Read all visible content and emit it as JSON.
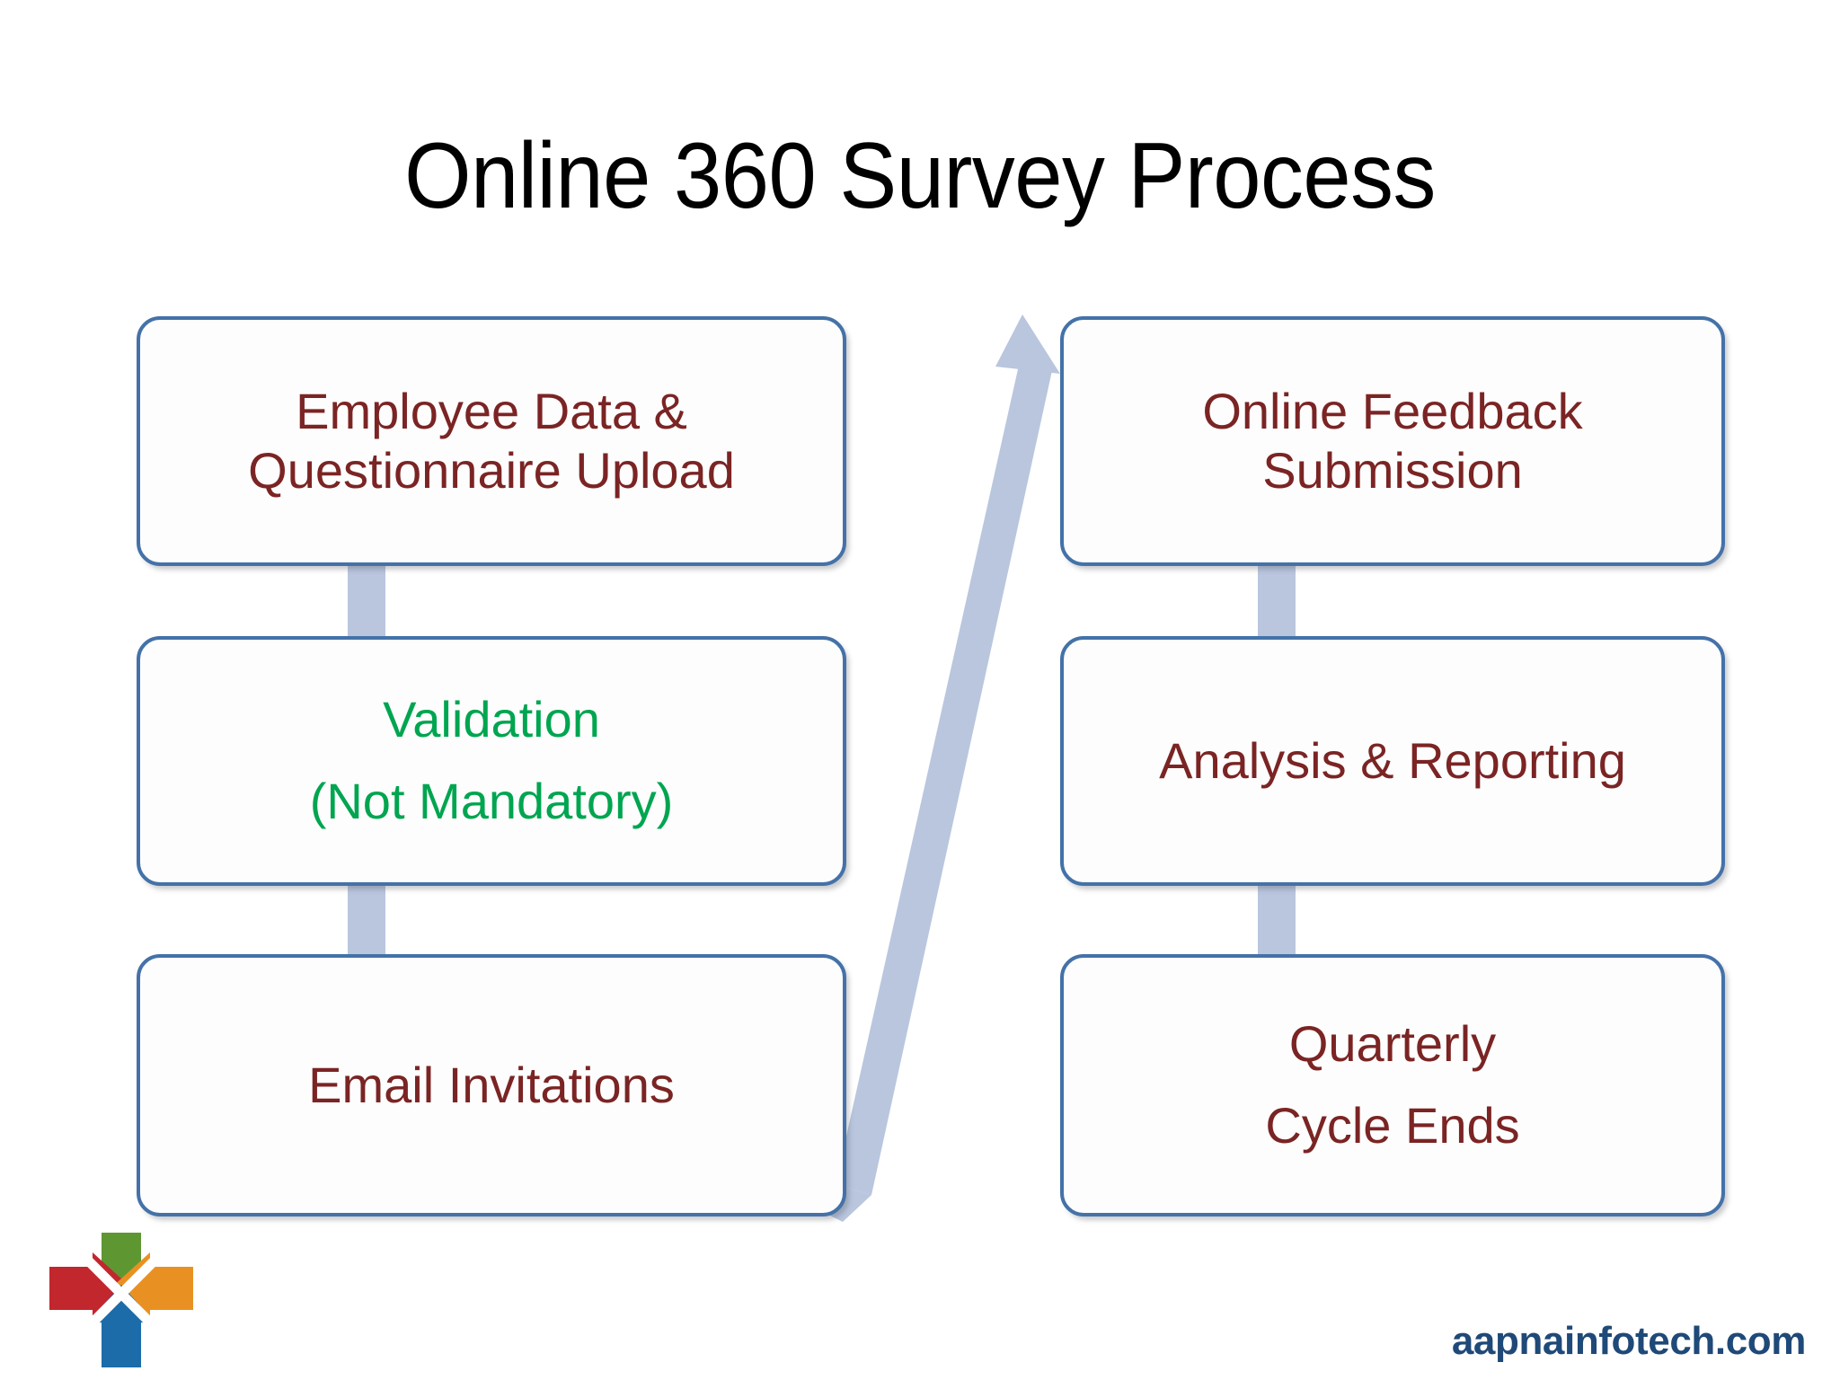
{
  "slide": {
    "title": "Online 360 Survey Process",
    "background_color": "#FFFFFF"
  },
  "theme": {
    "box_border_color": "#4472A8",
    "box_fill_color": "#FDFDFD",
    "primary_text_color": "#7B2424",
    "highlight_text_color": "#00A550",
    "connector_color": "#B9C6DE",
    "title_text_color": "#000000",
    "footer_text_color": "#1F4978"
  },
  "flow": {
    "left_column": [
      {
        "id": "employee-data-upload",
        "line1": "Employee Data &",
        "line2": "Questionnaire Upload",
        "text": "Employee Data &\nQuestionnaire Upload",
        "text_color": "#7B2424"
      },
      {
        "id": "validation",
        "line1": "Validation",
        "line2": "(Not Mandatory)",
        "text": "Validation\n(Not Mandatory)",
        "text_color": "#00A550"
      },
      {
        "id": "email-invitations",
        "line1": "Email Invitations",
        "line2": "",
        "text": "Email Invitations",
        "text_color": "#7B2424"
      }
    ],
    "right_column": [
      {
        "id": "online-feedback-submission",
        "line1": "Online Feedback",
        "line2": "Submission",
        "text": "Online Feedback\nSubmission",
        "text_color": "#7B2424"
      },
      {
        "id": "analysis-reporting",
        "line1": "Analysis & Reporting",
        "line2": "",
        "text": "Analysis & Reporting",
        "text_color": "#7B2424"
      },
      {
        "id": "quarterly-cycle-ends",
        "line1": "Quarterly",
        "line2": "Cycle Ends",
        "text": "Quarterly\nCycle Ends",
        "text_color": "#7B2424"
      }
    ],
    "connectors": [
      {
        "id": "left-1-to-2",
        "type": "vertical",
        "color": "#B9C6DE"
      },
      {
        "id": "left-2-to-3",
        "type": "vertical",
        "color": "#B9C6DE"
      },
      {
        "id": "right-1-to-2",
        "type": "vertical",
        "color": "#B9C6DE"
      },
      {
        "id": "right-2-to-3",
        "type": "vertical",
        "color": "#B9C6DE"
      },
      {
        "id": "email-invitations-to-online-feedback",
        "type": "diagonal-arrow",
        "color": "#B9C6DE",
        "direction": "up-right"
      }
    ]
  },
  "logo": {
    "name": "four-arrow-cross-logo",
    "arrow_colors": {
      "top_down_arrow": "#5E9732",
      "left_right_arrow": "#C1272D",
      "right_left_arrow": "#E89122",
      "bottom_up_arrow": "#1B6CA8"
    }
  },
  "footer": {
    "website": "aapnainfotech.com"
  }
}
